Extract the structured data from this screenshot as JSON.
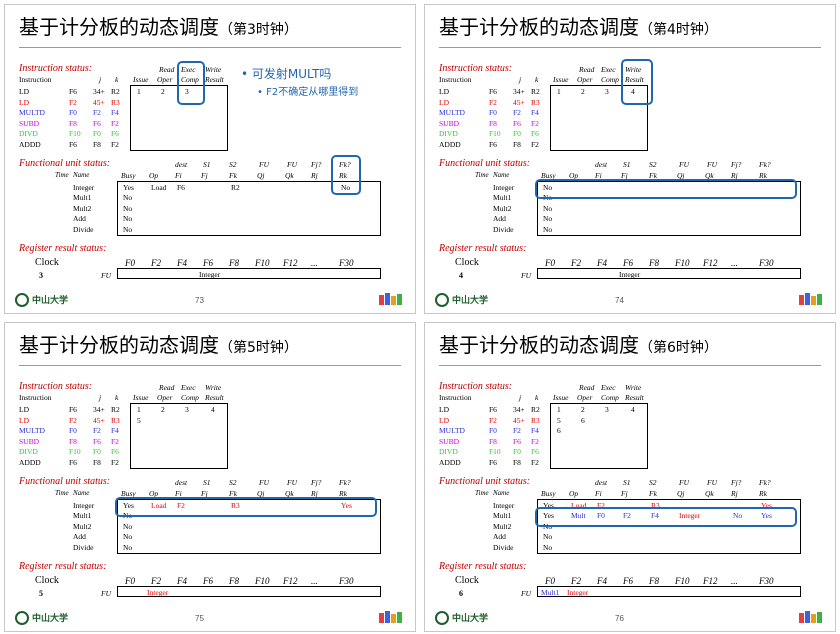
{
  "headers": {
    "instr_status": "Instruction status:",
    "instr_cols": {
      "read": "Read",
      "exec": "Exec",
      "write": "Write",
      "instruction": "Instruction",
      "j": "j",
      "k": "k",
      "issue": "Issue",
      "oper": "Oper",
      "comp": "Comp",
      "result": "Result"
    },
    "fu_status": "Functional unit status:",
    "fu_cols": {
      "dest": "dest",
      "s1": "S1",
      "s2": "S2",
      "fu1": "FU",
      "fu2": "FU",
      "fj_q": "Fj?",
      "fk_q": "Fk?",
      "time": "Time",
      "name": "Name",
      "busy": "Busy",
      "op": "Op",
      "fi": "Fi",
      "fj": "Fj",
      "fk": "Fk",
      "qj": "Qj",
      "qk": "Qk",
      "rj": "Rj",
      "rk": "Rk"
    },
    "reg_status": "Register result status:",
    "clock": "Clock",
    "fu_label": "FU",
    "regs": [
      "F0",
      "F2",
      "F4",
      "F6",
      "F8",
      "F10",
      "F12",
      "...",
      "F30"
    ]
  },
  "instructions": [
    {
      "op": "LD",
      "d": "F6",
      "j": "34+",
      "k": "R2",
      "color": "#000000"
    },
    {
      "op": "LD",
      "d": "F2",
      "j": "45+",
      "k": "R3",
      "color": "#e00000"
    },
    {
      "op": "MULTD",
      "d": "F0",
      "j": "F2",
      "k": "F4",
      "color": "#2b2bd8"
    },
    {
      "op": "SUBD",
      "d": "F8",
      "j": "F6",
      "k": "F2",
      "color": "#d000d0"
    },
    {
      "op": "DIVD",
      "d": "F10",
      "j": "F0",
      "k": "F6",
      "color": "#2ccc2c"
    },
    {
      "op": "ADDD",
      "d": "F6",
      "j": "F8",
      "k": "F2",
      "color": "#000000"
    }
  ],
  "units": [
    "Integer",
    "Mult1",
    "Mult2",
    "Add",
    "Divide"
  ],
  "logo_text": "中山大学",
  "slides": [
    {
      "title": "基于计分板的动态调度",
      "subtitle": "（第3时钟）",
      "page": "73",
      "clock": "3",
      "instr_rows": [
        [
          "1",
          "2",
          "3",
          ""
        ],
        [
          "",
          "",
          "",
          ""
        ],
        [
          "",
          "",
          "",
          ""
        ],
        [
          "",
          "",
          "",
          ""
        ],
        [
          "",
          "",
          "",
          ""
        ],
        [
          "",
          "",
          "",
          ""
        ]
      ],
      "fu_rows": [
        [
          "Yes",
          "Load",
          "F6",
          "",
          "R2",
          "",
          "",
          "",
          "No"
        ],
        [
          "No",
          "",
          "",
          "",
          "",
          "",
          "",
          "",
          ""
        ],
        [
          "No",
          "",
          "",
          "",
          "",
          "",
          "",
          "",
          ""
        ],
        [
          "No",
          "",
          "",
          "",
          "",
          "",
          "",
          "",
          ""
        ],
        [
          "No",
          "",
          "",
          "",
          "",
          "",
          "",
          "",
          ""
        ]
      ],
      "reg_fu": [
        "",
        "",
        "",
        "Integer",
        "",
        "",
        "",
        "",
        ""
      ],
      "notes": [
        "可发射MULT吗",
        "F2不确定从哪里得到"
      ]
    },
    {
      "title": "基于计分板的动态调度",
      "subtitle": "（第4时钟）",
      "page": "74",
      "clock": "4",
      "instr_rows": [
        [
          "1",
          "2",
          "3",
          "4"
        ],
        [
          "",
          "",
          "",
          ""
        ],
        [
          "",
          "",
          "",
          ""
        ],
        [
          "",
          "",
          "",
          ""
        ],
        [
          "",
          "",
          "",
          ""
        ],
        [
          "",
          "",
          "",
          ""
        ]
      ],
      "fu_rows": [
        [
          "No",
          "",
          "",
          "",
          "",
          "",
          "",
          "",
          ""
        ],
        [
          "No",
          "",
          "",
          "",
          "",
          "",
          "",
          "",
          ""
        ],
        [
          "No",
          "",
          "",
          "",
          "",
          "",
          "",
          "",
          ""
        ],
        [
          "No",
          "",
          "",
          "",
          "",
          "",
          "",
          "",
          ""
        ],
        [
          "No",
          "",
          "",
          "",
          "",
          "",
          "",
          "",
          ""
        ]
      ],
      "reg_fu": [
        "",
        "",
        "",
        "Integer",
        "",
        "",
        "",
        "",
        ""
      ],
      "notes": []
    },
    {
      "title": "基于计分板的动态调度",
      "subtitle": "（第5时钟）",
      "page": "75",
      "clock": "5",
      "instr_rows": [
        [
          "1",
          "2",
          "3",
          "4"
        ],
        [
          "5",
          "",
          "",
          ""
        ],
        [
          "",
          "",
          "",
          ""
        ],
        [
          "",
          "",
          "",
          ""
        ],
        [
          "",
          "",
          "",
          ""
        ],
        [
          "",
          "",
          "",
          ""
        ]
      ],
      "fu_rows": [
        [
          "Yes",
          "Load",
          "F2",
          "",
          "R3",
          "",
          "",
          "",
          "Yes"
        ],
        [
          "No",
          "",
          "",
          "",
          "",
          "",
          "",
          "",
          ""
        ],
        [
          "No",
          "",
          "",
          "",
          "",
          "",
          "",
          "",
          ""
        ],
        [
          "No",
          "",
          "",
          "",
          "",
          "",
          "",
          "",
          ""
        ],
        [
          "No",
          "",
          "",
          "",
          "",
          "",
          "",
          "",
          ""
        ]
      ],
      "reg_fu": [
        "",
        "Integer",
        "",
        "",
        "",
        "",
        "",
        "",
        ""
      ],
      "notes": []
    },
    {
      "title": "基于计分板的动态调度",
      "subtitle": "（第6时钟）",
      "page": "76",
      "clock": "6",
      "instr_rows": [
        [
          "1",
          "2",
          "3",
          "4"
        ],
        [
          "5",
          "6",
          "",
          ""
        ],
        [
          "6",
          "",
          "",
          ""
        ],
        [
          "",
          "",
          "",
          ""
        ],
        [
          "",
          "",
          "",
          ""
        ],
        [
          "",
          "",
          "",
          ""
        ]
      ],
      "fu_rows": [
        [
          "Yes",
          "Load",
          "F2",
          "",
          "R3",
          "",
          "",
          "",
          "Yes"
        ],
        [
          "Yes",
          "Mult",
          "F0",
          "F2",
          "F4",
          "Integer",
          "",
          "No",
          "Yes"
        ],
        [
          "No",
          "",
          "",
          "",
          "",
          "",
          "",
          "",
          ""
        ],
        [
          "No",
          "",
          "",
          "",
          "",
          "",
          "",
          "",
          ""
        ],
        [
          "No",
          "",
          "",
          "",
          "",
          "",
          "",
          "",
          ""
        ]
      ],
      "reg_fu": [
        "Mult1",
        "Integer",
        "",
        "",
        "",
        "",
        "",
        "",
        ""
      ],
      "notes": []
    }
  ]
}
